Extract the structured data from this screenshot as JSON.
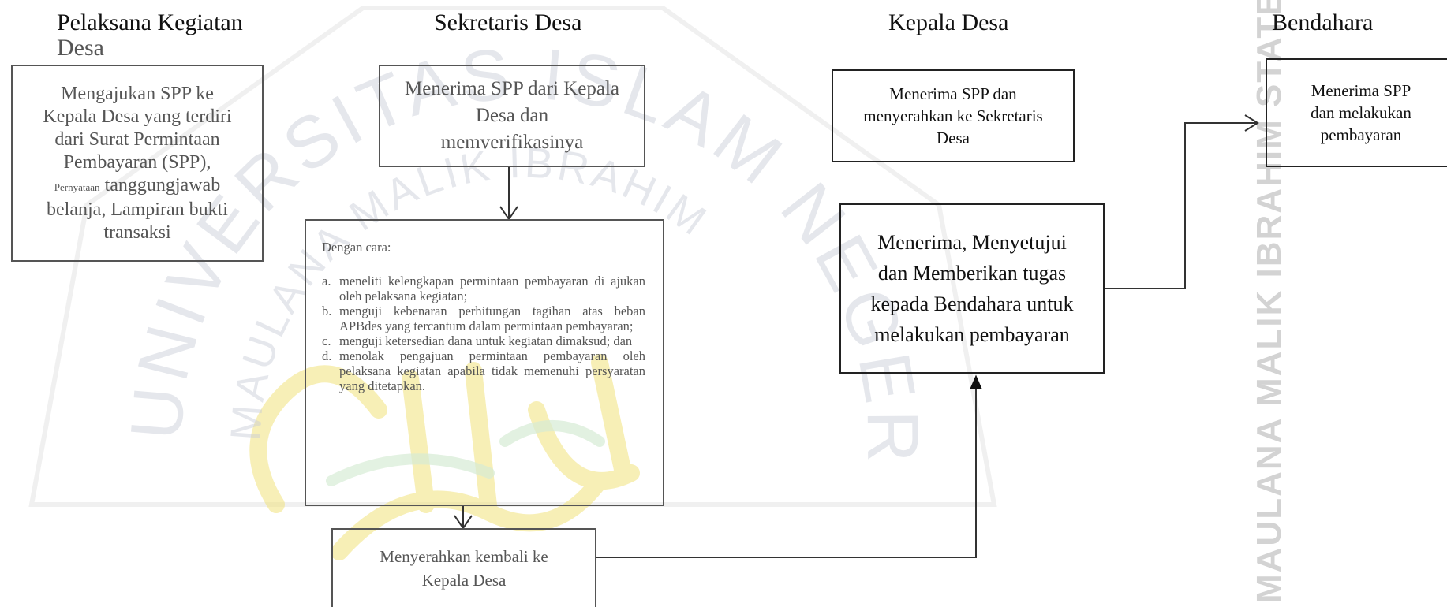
{
  "lanes": {
    "pelaksana": {
      "line1": "Pelaksana Kegiatan",
      "line2": "Desa"
    },
    "sekretaris": "Sekretaris Desa",
    "kepala": "Kepala Desa",
    "bendahara": "Bendahara"
  },
  "boxes": {
    "pelaksana_submit": {
      "line1": "Mengajukan SPP ke",
      "line2": "Kepala Desa yang terdiri",
      "line3": "dari Surat Permintaan",
      "line4": "Pembayaran (SPP),",
      "line5_small": "Pernyataan",
      "line5_rest": "tanggungjawab",
      "line6": "belanja, Lampiran bukti",
      "line7": "transaksi"
    },
    "sekdes_receive": {
      "line1": "Menerima SPP dari Kepala",
      "line2": "Desa dan",
      "line3": "memverifikasinya"
    },
    "sekdes_method": {
      "intro": "Dengan cara:",
      "items": [
        {
          "marker": "a.",
          "text": "meneliti kelengkapan permintaan pembayaran di ajukan oleh pelaksana kegiatan;"
        },
        {
          "marker": "b.",
          "text": "menguji kebenaran perhitungan tagihan atas beban APBdes yang tercantum dalam permintaan pembayaran;"
        },
        {
          "marker": "c.",
          "text": "menguji ketersedian dana untuk kegiatan dimaksud; dan"
        },
        {
          "marker": "d.",
          "text": "menolak pengajuan permintaan pembayaran oleh pelaksana kegiatan apabila tidak memenuhi persyaratan yang ditetapkan."
        }
      ]
    },
    "sekdes_return": {
      "line1": "Menyerahkan kembali ke",
      "line2": "Kepala Desa"
    },
    "kades_forward": {
      "line1": "Menerima SPP dan",
      "line2": "menyerahkan ke Sekretaris",
      "line3": "Desa"
    },
    "kades_approve": {
      "line1": "Menerima, Menyetujui",
      "line2": "dan Memberikan tugas",
      "line3": "kepada Bendahara untuk",
      "line4": "melakukan pembayaran"
    },
    "bendahara_pay": {
      "line1": "Menerima SPP",
      "line2": "dan melakukan",
      "line3": "pembayaran"
    }
  },
  "watermark": {
    "side_text": "MAULANA MALIK IBRAHIM STATE ISLAMIC UNIVERSITY MALANG",
    "arc_top": "UNIVERSITAS ISLAM NEGERI",
    "arc_inner": "MAULANA MALIK IBRAHIM",
    "colors": {
      "seal_gray": "#c7cbd6",
      "seal_gold": "#f1e27c",
      "seal_green": "#d7ecd5"
    }
  }
}
